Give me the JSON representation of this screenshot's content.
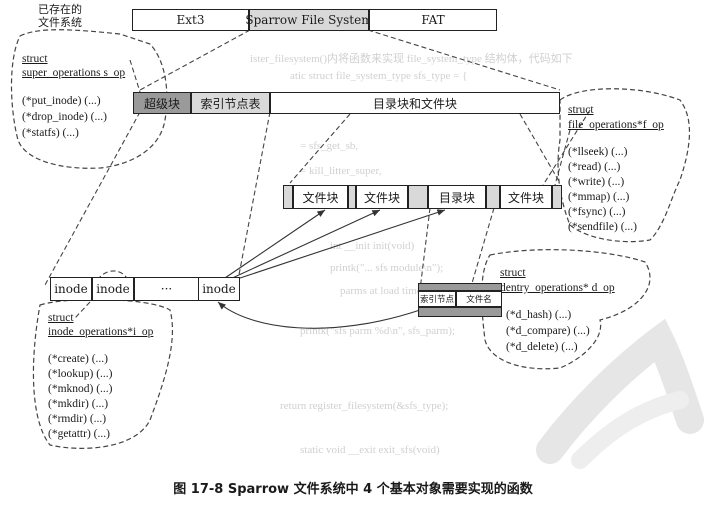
{
  "fs_label": [
    "已存在的",
    "文件系统"
  ],
  "fs_row": {
    "ext3": "Ext3",
    "sparrow": "Sparrow File System",
    "fat": "FAT"
  },
  "disk_row": {
    "superblock": "超级块",
    "inode_table": "索引节点表",
    "blocks": "目录块和文件块"
  },
  "blocks_row": {
    "file1": "文件块",
    "file2": "文件块",
    "dir": "目录块",
    "file3": "文件块"
  },
  "inode_row": {
    "inode1": "inode",
    "inode2": "inode",
    "ellipsis": "···",
    "inode3": "inode"
  },
  "dentry": {
    "inode_no": "索引节点",
    "name": "文件名"
  },
  "super_ops": {
    "struct": "struct",
    "decl": "super_operations s_op",
    "items": [
      "(*put_inode) (...)",
      "(*drop_inode) (...)",
      "(*statfs) (...)"
    ]
  },
  "file_ops": {
    "struct": "struct",
    "decl": "file_operations*f_op",
    "items": [
      "(*llseek) (...)",
      "(*read) (...)",
      "(*write) (...)",
      "(*mmap) (...)",
      "(*fsync) (...)",
      "(*sendfile) (...)"
    ]
  },
  "inode_ops": {
    "struct": "struct",
    "decl": "inode_operations*i_op",
    "items": [
      "(*create) (...)",
      "(*lookup) (...)",
      "(*mknod) (...)",
      "(*mkdir) (...)",
      "(*rmdir) (...)",
      "(*getattr) (...)"
    ]
  },
  "dentry_ops": {
    "struct": "struct",
    "decl": "dentry_operations* d_op",
    "items": [
      "(*d_hash) (...)",
      "(*d_compare) (...)",
      "(*d_delete) (...)"
    ]
  },
  "caption": "图 17-8   Sparrow 文件系统中 4 个基本对象需要实现的函数"
}
